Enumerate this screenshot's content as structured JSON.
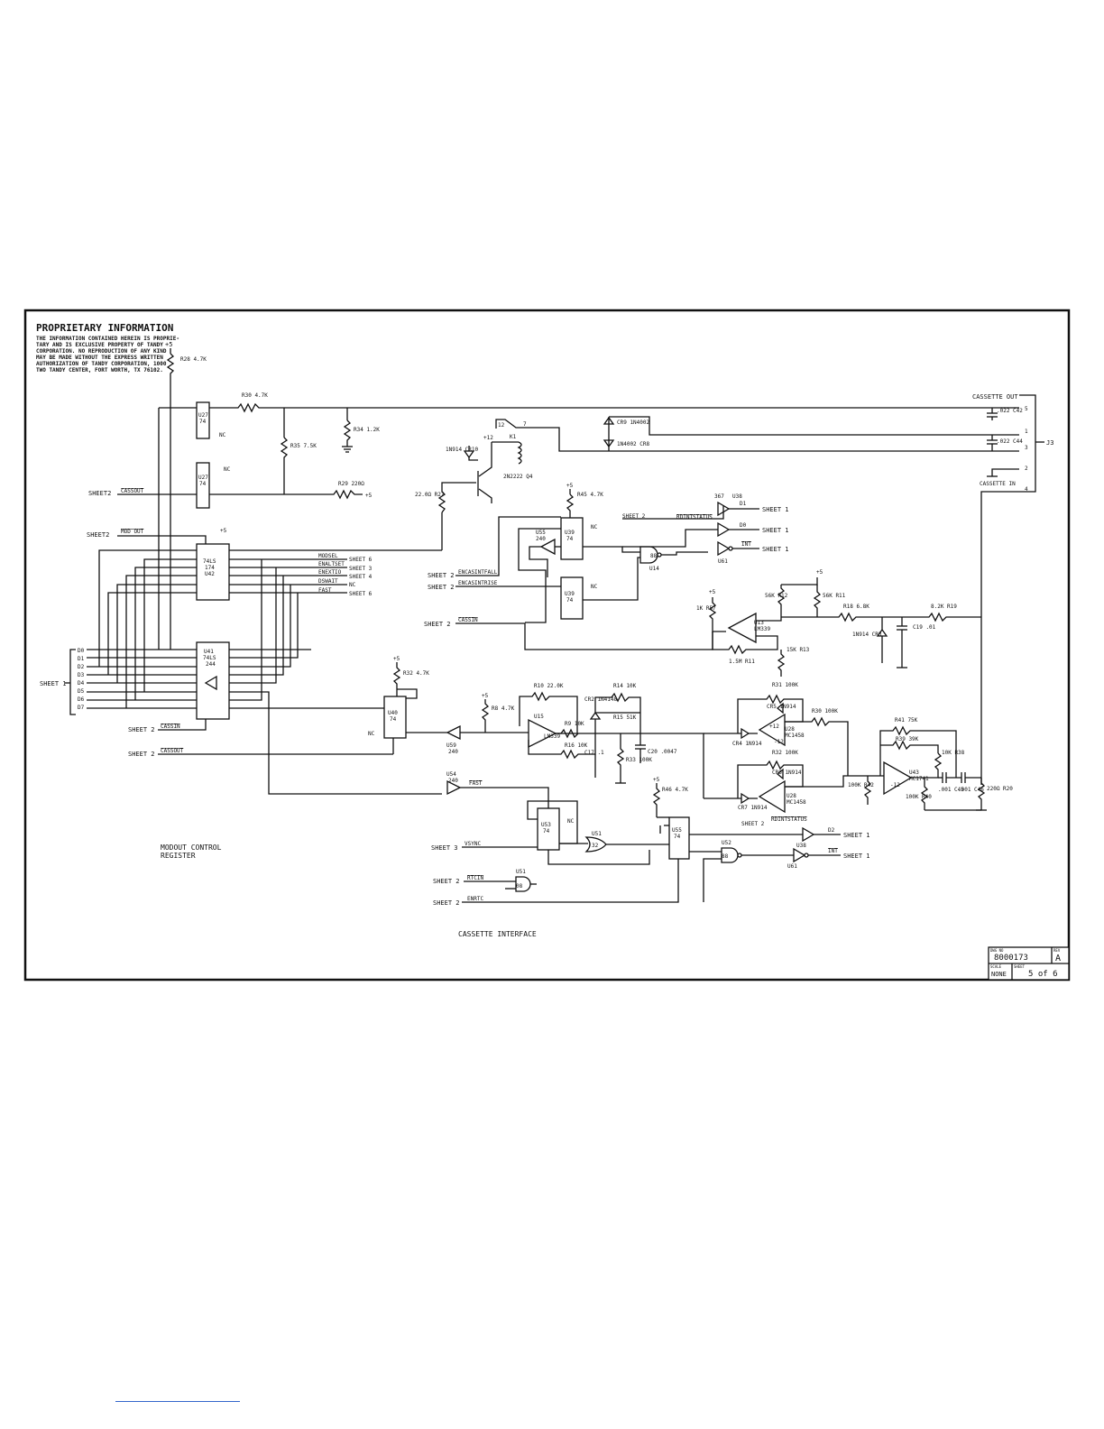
{
  "proprietary": {
    "heading": "PROPRIETARY INFORMATION",
    "lines": [
      "THE INFORMATION CONTAINED HEREIN IS PROPRIE-",
      "TARY AND IS EXCLUSIVE PROPERTY OF TANDY",
      "CORPORATION. NO REPRODUCTION OF ANY KIND",
      "MAY BE MADE WITHOUT THE EXPRESS WRITTEN",
      "AUTHORIZATION OF TANDY CORPORATION, 1000",
      "TWO TANDY CENTER, FORT WORTH, TX 76102."
    ]
  },
  "titles": {
    "modout": [
      "MODOUT CONTROL",
      "REGISTER"
    ],
    "cassette": "CASSETTE INTERFACE"
  },
  "connector": {
    "name": "J3",
    "cassette_out": "CASSETTE OUT",
    "cassette_in": "CASSETTE IN",
    "pins": [
      "5",
      "1",
      "3",
      "2",
      "4"
    ]
  },
  "chips": {
    "u42": [
      "74LS",
      "174",
      "U42"
    ],
    "u41": [
      "U41",
      "74LS",
      "244"
    ],
    "u27a": [
      "U27",
      "74"
    ],
    "u27b": [
      "U27",
      "74"
    ],
    "u39a": [
      "U39",
      "74"
    ],
    "u39b": [
      "U39",
      "74"
    ],
    "u40": [
      "U40",
      "74"
    ],
    "u53": [
      "U53",
      "74"
    ],
    "u55": [
      "U55",
      "74"
    ],
    "u13": [
      "U13",
      "LM339"
    ],
    "u15": [
      "U15",
      "LM339"
    ],
    "u28a": [
      "U28",
      "MC1458"
    ],
    "u28b": [
      "U28",
      "MC1458"
    ],
    "u43": [
      "U43",
      "MC1741"
    ]
  },
  "gates": {
    "u14": "U14",
    "u38": "U38",
    "u61": "U61",
    "u59": "U59",
    "u59_type": "240",
    "u55g": "U55",
    "u55g_type": "240",
    "u54": "U54",
    "u54_type": "240",
    "u51": "U51",
    "u52": "U52",
    "u51b": "U51",
    "u38b": "U38",
    "u61b": "U61",
    "g88": "88",
    "g367": "367",
    "g08": "08",
    "g32": "32",
    "g02": "02"
  },
  "parts": {
    "r28": "R28 4.7K",
    "r30": "R30 4.7K",
    "r34": "R34 1.2K",
    "r35": "R35 7.5K",
    "r29": "R29 220Ω",
    "r27": "22.0Ω R27",
    "r45": "R45 4.7K",
    "r32": "R32 4.7K",
    "r8": "R8 4.7K",
    "r10": "R10 22.0K",
    "r9": "R9 10K",
    "r14": "R14 10K",
    "r15": "R15 51K",
    "r16": "R16 10K",
    "r33": "R33 100K",
    "r12": "56K R12",
    "r11b": "56K R11",
    "r18": "R18 6.8K",
    "r19": "8.2K R19",
    "r57": "1K R57",
    "r11": "1.5M R11",
    "r13": "15K R13",
    "r31": "R31 100K",
    "r30b": "R30 100K",
    "r32b": "R32 100K",
    "r42": "100K R42",
    "r41": "R41 75K",
    "r39": "R39 39K",
    "r38": "10K R38",
    "r40": "100K R40",
    "r20": "220Ω R20",
    "r46": "R46 4.7K",
    "c42": ".022 C42",
    "c44": ".022 C44",
    "c19": "C19 .01",
    "c17": "C17 .1",
    "c20": "C20 .0047",
    "c45": ".001 C45",
    "c46": ".001 C46",
    "cr9": "CR9 1N4002",
    "cr8": "1N4002 CR8",
    "cr10": "1N914 CR10",
    "q4": "2N2222 Q4",
    "cr3": "1N914 CR3",
    "cr2": "CR2 1N4148",
    "cr4": "CR4 1N914",
    "cr6": "CR6 1N914",
    "cr7": "CR7 1N914",
    "cr5": "CR5 1N914",
    "k1": "K1"
  },
  "signals": {
    "sheet2_cassout": "SHEET2",
    "cassout": "CASSOUT",
    "sheet2_modout": "SHEET2",
    "modout": "MOD OUT",
    "modsel": "MODSEL",
    "enaltset": "ENALTSET",
    "enextio": "ENEXTIO",
    "dswait": "DSWAIT",
    "fast": "FAST",
    "sheet6a": "SHEET 6",
    "sheet3": "SHEET 3",
    "sheet4": "SHEET 4",
    "sheet6b": "SHEET 6",
    "nc": "NC",
    "sheet1_bus": "SHEET 1",
    "bus": [
      "D0",
      "D1",
      "D2",
      "D3",
      "D4",
      "D5",
      "D6",
      "D7"
    ],
    "sheet2_cassin": "SHEET 2",
    "cassin": "CASSIN",
    "sheet2_cassout2": "SHEET 2",
    "cassout2": "CASSOUT",
    "sheet2_enfall": "SHEET 2",
    "encasintfall": "ENCASINTFALL",
    "sheet2_enrise": "SHEET 2",
    "encasintrise": "ENCASINTRISE",
    "sheet2_cassin2": "SHEET 2",
    "cassin2": "CASSIN",
    "sheet2_top": "SHEET 2",
    "rdintstatus": "RDINTSTATUS",
    "d1": "D1",
    "d0": "D0",
    "int": "INT",
    "sheet1_a": "SHEET 1",
    "sheet1_b": "SHEET 1",
    "sheet1_c": "SHEET 1",
    "sheet3_vsync": "SHEET 3",
    "vsync": "VSYNC",
    "sheet2_rtcin": "SHEET 2",
    "rtcin": "RTCIN",
    "sheet2_enrtc": "SHEET 2",
    "enrtc": "ENRTC",
    "sheet2_rdint": "SHEET 2",
    "rdintstatus2": "RDINTSTATUS",
    "d2": "D2",
    "int2": "INT",
    "sheet1_d": "SHEET 1",
    "sheet1_e": "SHEET 1",
    "fast2": "FAST",
    "plus5": "+5",
    "plus12": "+12",
    "minus12": "-12"
  },
  "titleblock": {
    "dwg_label": "DWG NO",
    "dwg_no": "8000173",
    "rev_label": "REV",
    "rev": "A",
    "scale_label": "SCALE",
    "scale": "NONE",
    "sheet_label": "SHEET",
    "sheet": "5 of 6"
  }
}
